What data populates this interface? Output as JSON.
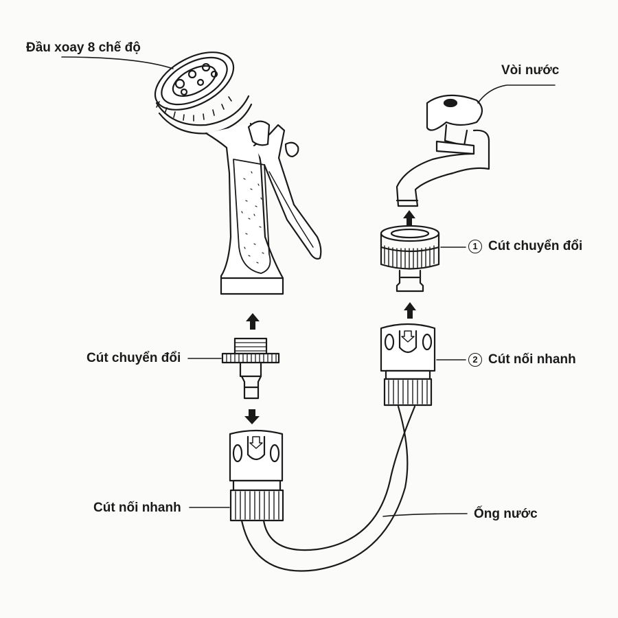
{
  "labels": {
    "spray_head": "Đầu xoay 8 chế độ",
    "faucet": "Vòi nước",
    "adapter_right_num": "1",
    "adapter_right": "Cút chuyển đổi",
    "adapter_left": "Cút chuyển đổi",
    "connector_right_num": "2",
    "connector_right": "Cút nối nhanh",
    "connector_left": "Cút nối nhanh",
    "hose": "Ống nước"
  },
  "colors": {
    "line": "#1a1a1a",
    "background": "#fbfbfa",
    "fill": "#ffffff"
  },
  "icons": {
    "arrows": [
      "up-arrow-icon",
      "down-arrow-icon",
      "up-arrow-icon",
      "up-arrow-icon"
    ]
  }
}
